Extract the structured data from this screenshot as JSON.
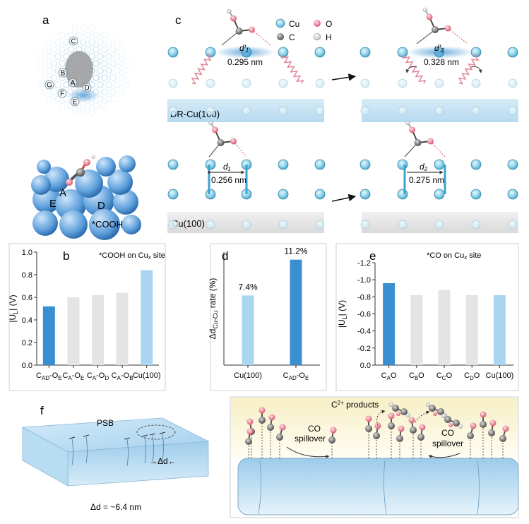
{
  "panels": {
    "a": {
      "letter": "a",
      "site_labels": [
        "C",
        "B",
        "A",
        "G",
        "F",
        "D",
        "E"
      ],
      "bottom_labels": {
        "A": "A",
        "E": "E",
        "D": "D",
        "adsorbate": "*COOH"
      }
    },
    "c": {
      "letter": "c",
      "legend": [
        {
          "name": "Cu",
          "color": "#8fd3ea"
        },
        {
          "name": "O",
          "color": "#e8748a"
        },
        {
          "name": "C",
          "color": "#6e6e6e"
        },
        {
          "name": "H",
          "color": "#dcdcdc"
        }
      ],
      "top_left": {
        "dist_label": "d'₁",
        "dist_value": "0.295 nm"
      },
      "top_right": {
        "dist_label": "d'₂",
        "dist_value": "0.328 nm"
      },
      "bottom_left": {
        "dist_label": "d₁",
        "dist_value": "0.256 nm"
      },
      "bottom_right": {
        "dist_label": "d₂",
        "dist_value": "0.275 nm"
      },
      "surface_top": "DR-Cu(100)",
      "surface_bottom": "Cu(100)"
    },
    "b": {
      "letter": "b",
      "annotation": "*COOH on Cu",
      "annotation_sub": "x",
      "annotation_tail": " site"
    },
    "d": {
      "letter": "d"
    },
    "e": {
      "letter": "e",
      "annotation": "*CO on Cu",
      "annotation_sub": "x",
      "annotation_tail": " site"
    },
    "f": {
      "letter": "f",
      "psb": "PSB",
      "delta_d": "→Δd←",
      "delta_value": "Δd = ~6.4 nm",
      "c2_products": "C",
      "c2_sub": "2+",
      "c2_tail": " products",
      "spill1_a": "CO",
      "spill1_b": "spillover",
      "spill2_a": "CO",
      "spill2_b": "spillover"
    }
  },
  "chart_data": [
    {
      "type": "bar",
      "panel": "b",
      "categories": [
        "CAD-OE",
        "CA-OE",
        "CA-OD",
        "CA-OB",
        "Cu(100)"
      ],
      "category_parts": [
        [
          "C",
          "AD",
          "-O",
          "E"
        ],
        [
          "C",
          "A",
          "-O",
          "E"
        ],
        [
          "C",
          "A",
          "-O",
          "D"
        ],
        [
          "C",
          "A",
          "-O",
          "B"
        ],
        [
          "Cu(100)",
          "",
          "",
          ""
        ]
      ],
      "values": [
        0.52,
        0.6,
        0.62,
        0.64,
        0.84
      ],
      "colors": [
        "#3a8fd0",
        "#e4e4e4",
        "#e4e4e4",
        "#e4e4e4",
        "#aad6f2"
      ],
      "ylabel": "|U",
      "ylabel_sub": "L",
      "ylabel_tail": "| (V)",
      "ylim": [
        0,
        1.0
      ],
      "yticks": [
        "0.0",
        "0.2",
        "0.4",
        "0.6",
        "0.8",
        "1.0"
      ]
    },
    {
      "type": "bar",
      "panel": "d",
      "categories": [
        "Cu(100)",
        "CAD-OE"
      ],
      "category_parts": [
        [
          "Cu(100)",
          "",
          "",
          ""
        ],
        [
          "C",
          "AD",
          "-O",
          "E"
        ]
      ],
      "values": [
        7.4,
        11.2
      ],
      "data_labels": [
        "7.4%",
        "11.2%"
      ],
      "colors": [
        "#aad6f2",
        "#3a8fd0"
      ],
      "ylabel": "Δd",
      "ylabel_sub": "Cu-Cu",
      "ylabel_tail": " rate (%)",
      "ylim": [
        0,
        12
      ]
    },
    {
      "type": "bar",
      "panel": "e",
      "categories": [
        "CAO",
        "CBO",
        "CCO",
        "CDO",
        "Cu(100)"
      ],
      "category_parts": [
        [
          "C",
          "A",
          "O",
          ""
        ],
        [
          "C",
          "B",
          "O",
          ""
        ],
        [
          "C",
          "C",
          "O",
          ""
        ],
        [
          "C",
          "D",
          "O",
          ""
        ],
        [
          "Cu(100)",
          "",
          "",
          ""
        ]
      ],
      "values": [
        -0.96,
        -0.82,
        -0.88,
        -0.82,
        -0.82
      ],
      "colors": [
        "#3a8fd0",
        "#e4e4e4",
        "#e4e4e4",
        "#e4e4e4",
        "#aad6f2"
      ],
      "ylabel": "|U",
      "ylabel_sub": "L",
      "ylabel_tail": "| (V)",
      "ylim": [
        0,
        -1.2
      ],
      "yticks": [
        "0.0",
        "-0.2",
        "-0.4",
        "-0.6",
        "-0.8",
        "-1.0",
        "-1.2"
      ]
    }
  ]
}
